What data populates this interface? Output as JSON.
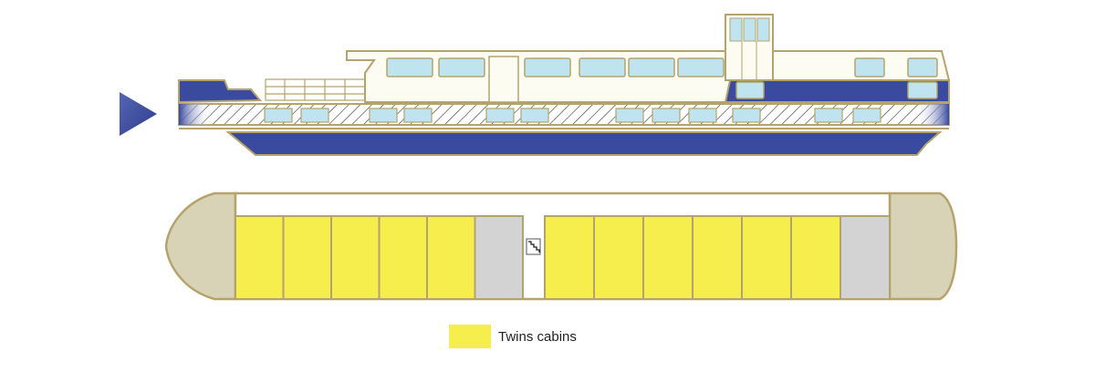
{
  "colors": {
    "hull_blue": "#3a4a9e",
    "outline_gold": "#b4a36c",
    "window_blue": "#bfe4ef",
    "deck_cream": "#fdfcf3",
    "cabin_yellow": "#f6ee4c",
    "service_grey": "#d3d3d3",
    "bow_beige": "#d8d2b7",
    "arrow_blue": "#3d4ea3"
  },
  "icons": {
    "direction": "direction-arrow-icon",
    "stairs": "stairs-icon"
  },
  "deck_plan": {
    "port_cabins": [
      {
        "type": "twin"
      },
      {
        "type": "twin"
      },
      {
        "type": "twin"
      },
      {
        "type": "twin"
      },
      {
        "type": "twin"
      },
      {
        "type": "service"
      }
    ],
    "starboard_cabins": [
      {
        "type": "twin"
      },
      {
        "type": "twin"
      },
      {
        "type": "twin"
      },
      {
        "type": "twin"
      },
      {
        "type": "twin"
      },
      {
        "type": "twin"
      },
      {
        "type": "service"
      }
    ]
  },
  "legend": {
    "twin_label": "Twins cabins"
  }
}
